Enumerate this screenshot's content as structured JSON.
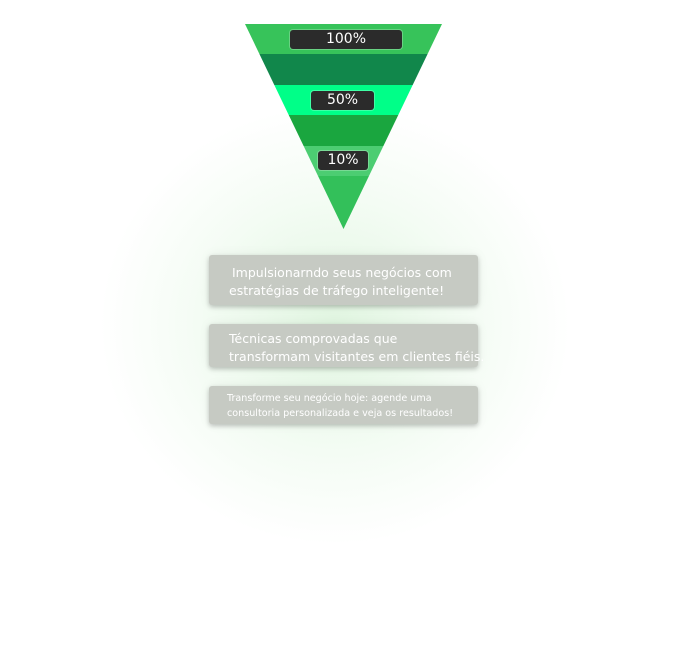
{
  "funnel": {
    "stage_colors": [
      "#37c35a",
      "#11874b",
      "#00ff88",
      "#1aa63f",
      "#4ccd72",
      "#33c05a"
    ],
    "levels": [
      {
        "label": "100%",
        "value": 100
      },
      {
        "label": "50%",
        "value": 50
      },
      {
        "label": "10%",
        "value": 10
      }
    ]
  },
  "cards": [
    {
      "lines": [
        "Impulsionarndo seus negócios com",
        "estratégias de tráfego inteligente!"
      ]
    },
    {
      "lines": [
        "Técnicas comprovadas que",
        "transformam visitantes em clientes fiéis."
      ]
    },
    {
      "lines": [
        "Transforme seu negócio hoje: agende uma",
        "consultoria personalizada e veja os resultados!"
      ]
    }
  ]
}
